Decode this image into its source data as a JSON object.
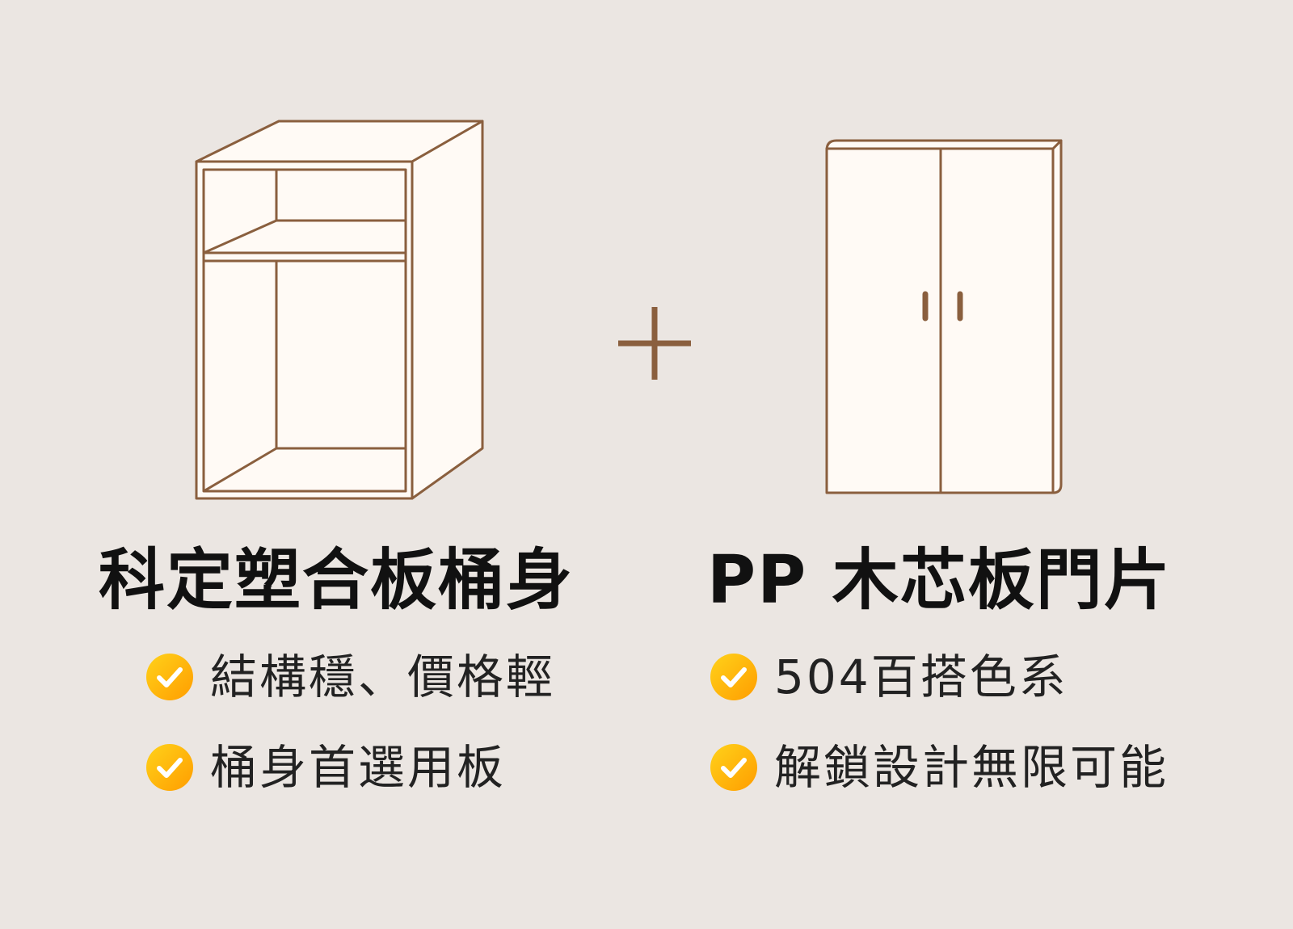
{
  "colors": {
    "background": "#ebe6e2",
    "panel_fill": "#fffaf5",
    "outline": "#8a5f3e",
    "check_gradient_start": "#ffd21a",
    "check_gradient_end": "#ff9d00"
  },
  "left": {
    "title": "科定塑合板桶身",
    "features": [
      {
        "icon": "check-circle-icon",
        "label": "結構穩、價格輕"
      },
      {
        "icon": "check-circle-icon",
        "label": "桶身首選用板"
      }
    ]
  },
  "right": {
    "title": "PP 木芯板門片",
    "features": [
      {
        "icon": "check-circle-icon",
        "label": "504百搭色系"
      },
      {
        "icon": "check-circle-icon",
        "label": "解鎖設計無限可能"
      }
    ]
  },
  "connector": {
    "icon": "plus-icon"
  }
}
